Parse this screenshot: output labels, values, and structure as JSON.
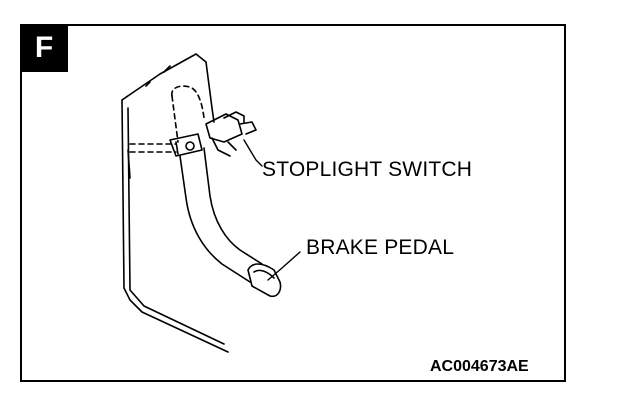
{
  "figure": {
    "badge_letter": "F",
    "labels": {
      "stoplight_switch": "STOPLIGHT SWITCH",
      "brake_pedal": "BRAKE PEDAL"
    },
    "reference_code": "AC004673AE"
  }
}
